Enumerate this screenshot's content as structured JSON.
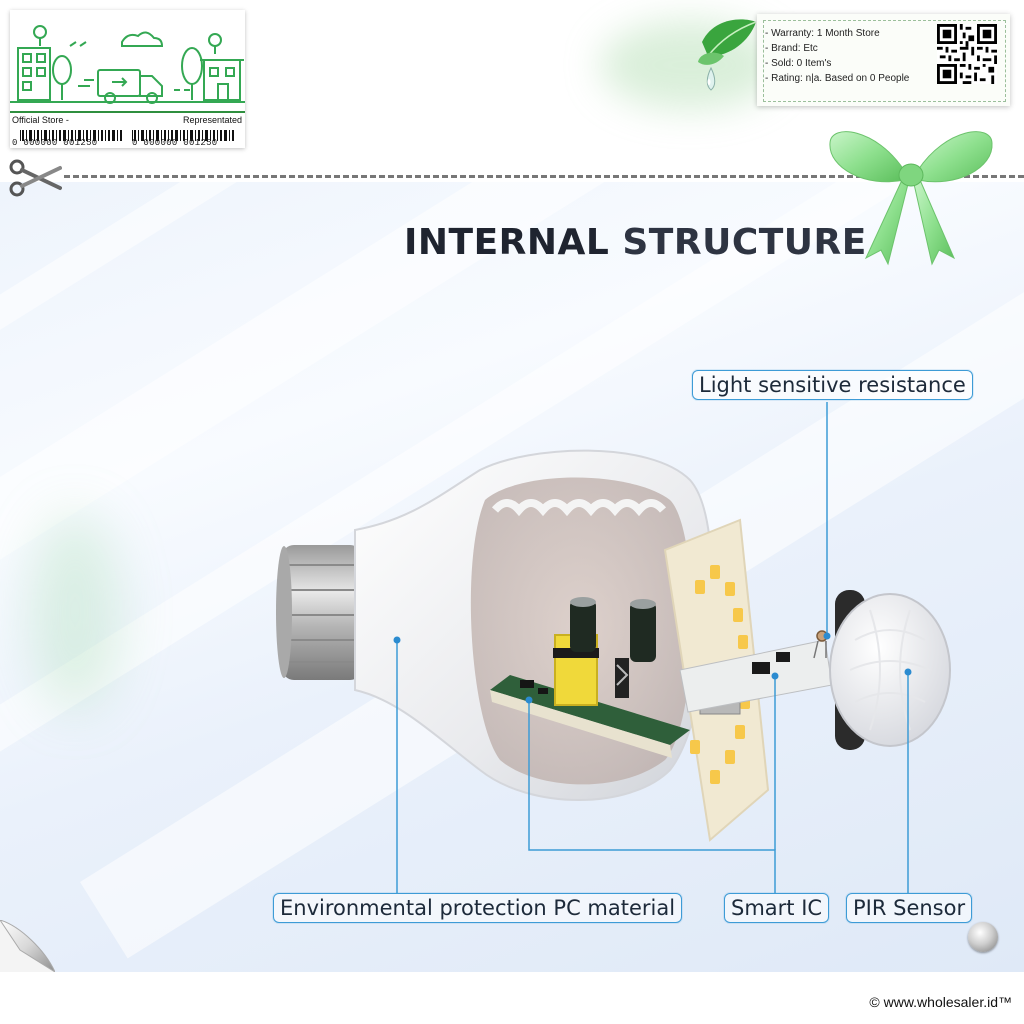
{
  "store_card": {
    "left_label": "Official Store -",
    "right_label": "Representated",
    "barcode_left": "0 000000 001250",
    "barcode_right": "0 000000 001250"
  },
  "info_card": {
    "items": [
      "- Warranty: 1 Month Store",
      "- Brand: Etc",
      "- Sold: 0 Item's",
      "- Rating: n|a. Based on 0 People"
    ]
  },
  "title": {
    "part1": "INTERNAL",
    "part2": "STRUCTURE"
  },
  "callouts": {
    "light_sensor": "Light sensitive resistance",
    "pc_material": "Environmental protection PC material",
    "smart_ic": "Smart IC",
    "pir_sensor": "PIR Sensor"
  },
  "footer": {
    "copyright": "© www.wholesaler.id™"
  },
  "colors": {
    "accent_blue": "#3d9bd6",
    "brand_green": "#2f8f3f",
    "title_dark": "#1f2430"
  }
}
